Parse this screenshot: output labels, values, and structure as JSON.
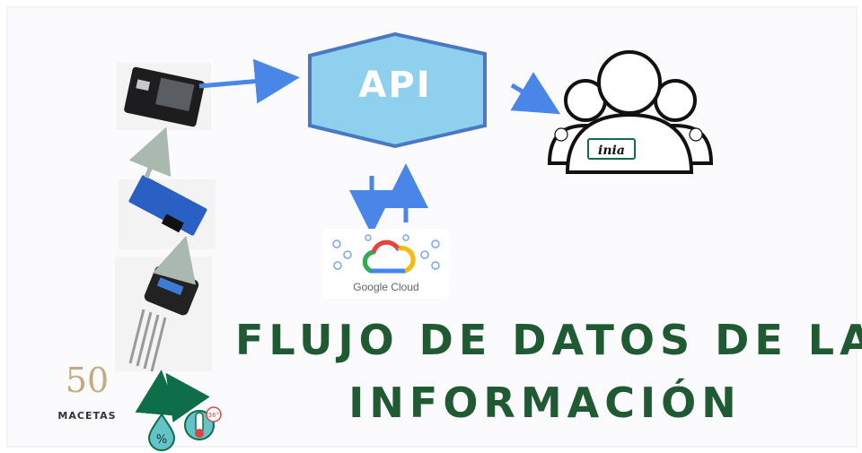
{
  "title": {
    "line1": "FLUJO DE DATOS DE LA",
    "line2": "INFORMACIÓN"
  },
  "api": {
    "label": "API",
    "color": "#8fd0ee",
    "border": "#4a78c2"
  },
  "cloud": {
    "label": "Google Cloud"
  },
  "count": {
    "number": "50",
    "label": "MACETAS"
  },
  "users": {
    "logo_text": "inia"
  },
  "sensors": {
    "thermo_label": "36°",
    "humidity_symbol": "%"
  },
  "colors": {
    "title": "#1f5a33",
    "arrow_blue": "#4a86e8",
    "arrow_gray": "#a9b9b0",
    "arrow_green": "#0f6e4a"
  }
}
